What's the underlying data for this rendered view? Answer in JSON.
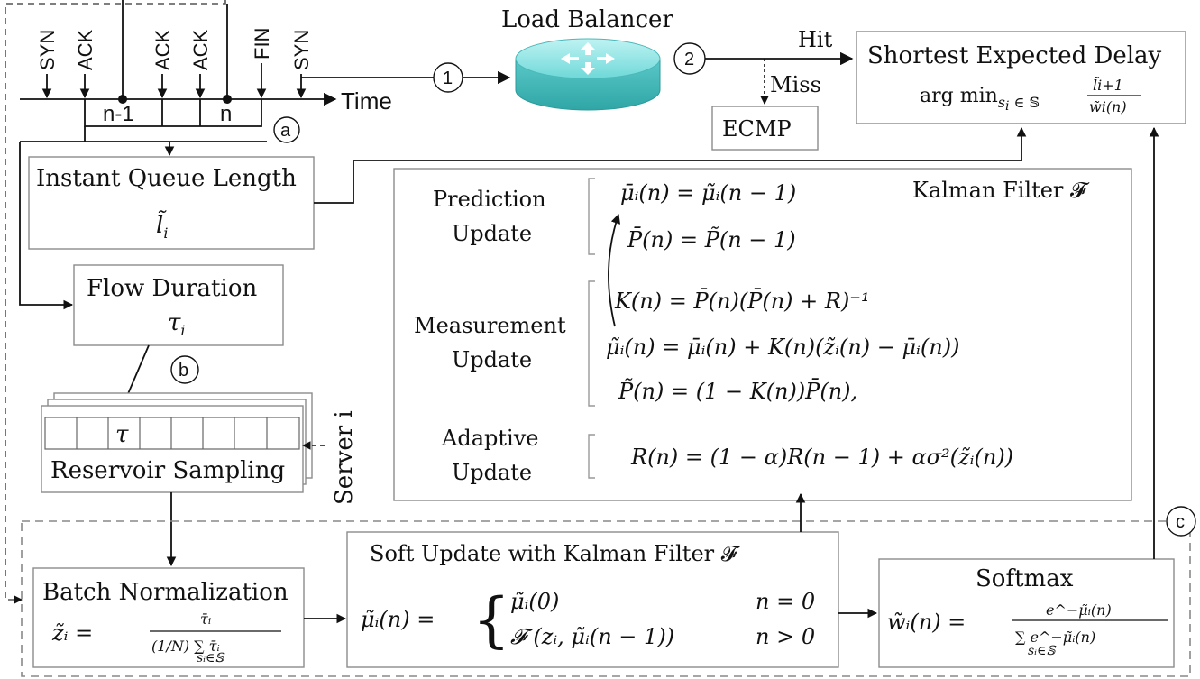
{
  "timeline": {
    "events": [
      "SYN",
      "ACK",
      "ACK",
      "ACK",
      "FIN",
      "SYN"
    ],
    "time_label": "Time",
    "slot_labels": [
      "n-1",
      "n"
    ]
  },
  "markers": {
    "one": "1",
    "two": "2",
    "a": "a",
    "b": "b",
    "c": "c"
  },
  "load_balancer": {
    "title": "Load Balancer"
  },
  "routing": {
    "hit": "Hit",
    "miss": "Miss",
    "ecmp": "ECMP"
  },
  "shortest_expected_delay": {
    "title": "Shortest Expected Delay",
    "formula_prefix": "arg min",
    "formula_sub": "s",
    "formula_sub_i": "i",
    "formula_sub_in": " ∈ 𝕊",
    "num": "l̃i+1",
    "den": "w̃i(n)"
  },
  "instant_queue": {
    "title": "Instant Queue Length",
    "symbol": "l̃",
    "sub": "i"
  },
  "flow_duration": {
    "title": "Flow Duration",
    "symbol": "τ",
    "sub": "i"
  },
  "reservoir": {
    "title": "Reservoir Sampling",
    "tau": "τ",
    "server_label": "Server i"
  },
  "kalman": {
    "title": "Kalman Filter 𝓕",
    "prediction_line1": "Prediction",
    "prediction_line2": "Update",
    "pred_eq1": "μ̄ᵢ(n) = μ̃ᵢ(n − 1)",
    "pred_eq2": "P̄(n) = P̃(n − 1)",
    "measurement_line1": "Measurement",
    "measurement_line2": "Update",
    "meas_eq1": "K(n) = P̄(n)(P̄(n) + R)⁻¹",
    "meas_eq2": "μ̃ᵢ(n) = μ̄ᵢ(n) + K(n)(z̃ᵢ(n) − μ̄ᵢ(n))",
    "meas_eq3": "P̃(n) = (1 − K(n))P̄(n),",
    "adaptive_line1": "Adaptive",
    "adaptive_line2": "Update",
    "adapt_eq": "R(n) = (1 − α)R(n − 1) + ασ²(z̃ᵢ(n))"
  },
  "batch_norm": {
    "title": "Batch Normalization",
    "lhs": "z̃ᵢ =",
    "num": "τ̄ᵢ",
    "den": "(1/N) ∑ τ̄ᵢ",
    "den_sub": "sᵢ∈𝕊"
  },
  "soft_update": {
    "title": "Soft Update with Kalman Filter 𝓕",
    "lhs": "μ̃ᵢ(n) =",
    "case1": "μ̃ᵢ(0)",
    "cond1": "n = 0",
    "case2": "𝓕 (zᵢ, μ̃ᵢ(n − 1))",
    "cond2": "n > 0"
  },
  "softmax": {
    "title": "Softmax",
    "lhs": "w̃ᵢ(n) =",
    "num": "e^−μ̃ᵢ(n)",
    "den": "∑ e^−μ̃ᵢ(n)",
    "den_sub": "sᵢ∈𝕊"
  }
}
